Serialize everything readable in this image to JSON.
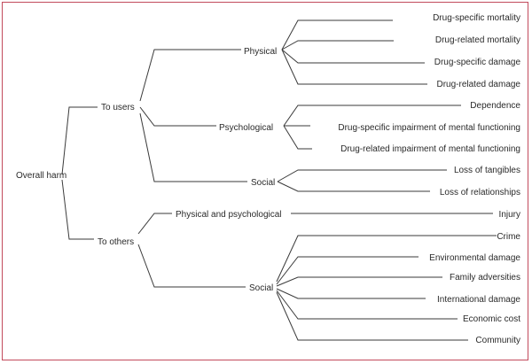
{
  "root": "Overall harm",
  "branches": [
    {
      "label": "To users",
      "children": [
        {
          "label": "Physical",
          "leaves": [
            "Drug-specific mortality",
            "Drug-related mortality",
            "Drug-specific damage",
            "Drug-related damage"
          ]
        },
        {
          "label": "Psychological",
          "leaves": [
            "Dependence",
            "Drug-specific impairment of mental functioning",
            "Drug-related impairment of mental functioning"
          ]
        },
        {
          "label": "Social",
          "leaves": [
            "Loss of tangibles",
            "Loss of relationships"
          ]
        }
      ]
    },
    {
      "label": "To others",
      "children": [
        {
          "label": "Physical and psychological",
          "leaves": [
            "Injury"
          ]
        },
        {
          "label": "Social",
          "leaves": [
            "Crime",
            "Environmental damage",
            "Family adversities",
            "International damage",
            "Economic cost",
            "Community"
          ]
        }
      ]
    }
  ]
}
